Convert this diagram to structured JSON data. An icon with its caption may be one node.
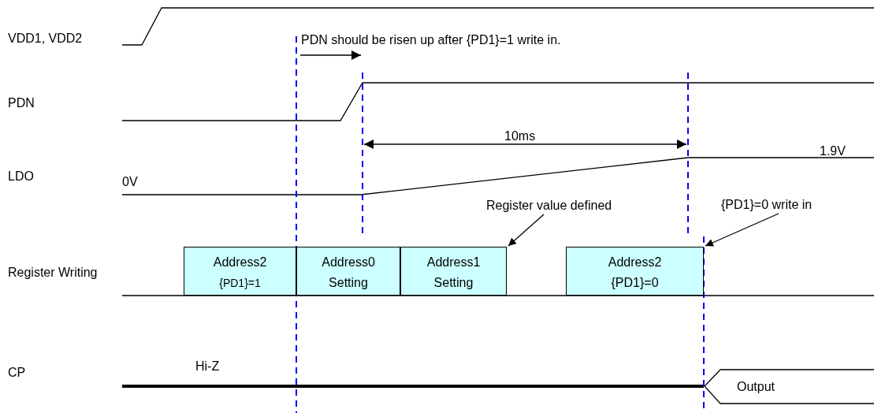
{
  "diagram": {
    "nodes": [
      {
        "text": [
          "Address2",
          "{PD1}=1"
        ]
      },
      {
        "text": [
          "Address0",
          "Setting"
        ]
      },
      {
        "text": [
          "Address1",
          "Setting"
        ]
      },
      {
        "text": [
          "Address2",
          "{PD1}=0"
        ]
      },
      {
        "text": [
          "Register value defined"
        ]
      },
      {
        "text": [
          "{PD1}=0 write in"
        ]
      },
      {
        "text": [
          "Output"
        ]
      }
    ],
    "edges": [
      {
        "from": 4,
        "to": 2,
        "arrow": "to"
      },
      {
        "from": 5,
        "to": 3,
        "arrow": "to"
      }
    ],
    "labels": [
      "VDD1, VDD2",
      "PDN should be risen up after {PD1}=1 write in.",
      "PDN",
      "10ms",
      "1.9V",
      "LDO",
      "0V",
      "Register Writing",
      "CP",
      "Hi-Z"
    ]
  }
}
